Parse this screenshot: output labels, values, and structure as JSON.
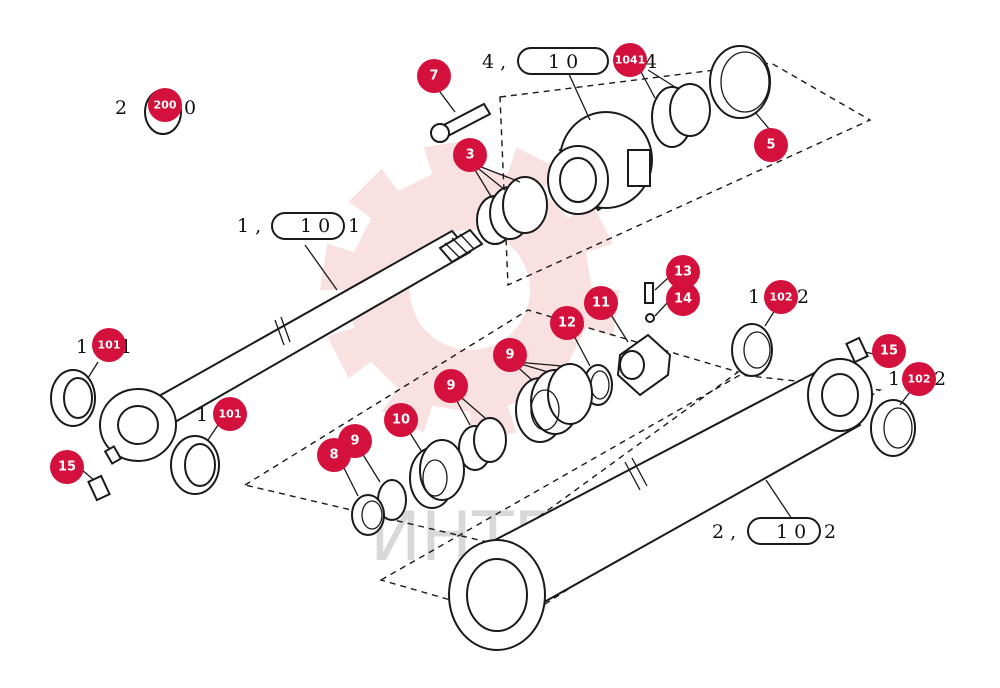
{
  "colors": {
    "badge": "#d4103c",
    "watermark_gear": "#f6c9c9",
    "watermark_text": "#d8d8d8"
  },
  "watermark": {
    "text": "ИНТЕХ"
  },
  "references": {
    "top_ref": {
      "prefix": "4 ,",
      "code": "1 0",
      "suffix": "4"
    },
    "rod_ref": {
      "prefix": "1 ,",
      "code": "1 0",
      "suffix": "1"
    },
    "tube_ref": {
      "prefix": "2 ,",
      "code": "1 0",
      "suffix": "2"
    },
    "kit_ref": {
      "prefix": "2",
      "suffix": "0"
    },
    "left_bushing_top": "1",
    "left_bushing_bottom": "1",
    "right_bushing_top_prefix": "1",
    "right_bushing_top_suffix": "2",
    "right_bushing_bottom_prefix": "1",
    "right_bushing_bottom_suffix": "2",
    "top_ring_suffix": "4",
    "bushing_101_suffix": "1"
  },
  "callouts": [
    {
      "id": "200",
      "label": "200"
    },
    {
      "id": "7",
      "label": "7"
    },
    {
      "id": "1041",
      "label": "1041"
    },
    {
      "id": "5",
      "label": "5"
    },
    {
      "id": "3",
      "label": "3"
    },
    {
      "id": "13",
      "label": "13"
    },
    {
      "id": "14",
      "label": "14"
    },
    {
      "id": "102a",
      "label": "102"
    },
    {
      "id": "12",
      "label": "12"
    },
    {
      "id": "11",
      "label": "11"
    },
    {
      "id": "9a",
      "label": "9"
    },
    {
      "id": "101a",
      "label": "101"
    },
    {
      "id": "15a",
      "label": "15"
    },
    {
      "id": "102b",
      "label": "102"
    },
    {
      "id": "9b",
      "label": "9"
    },
    {
      "id": "101b",
      "label": "101"
    },
    {
      "id": "10",
      "label": "10"
    },
    {
      "id": "9c",
      "label": "9"
    },
    {
      "id": "8",
      "label": "8"
    },
    {
      "id": "15b",
      "label": "15"
    }
  ]
}
